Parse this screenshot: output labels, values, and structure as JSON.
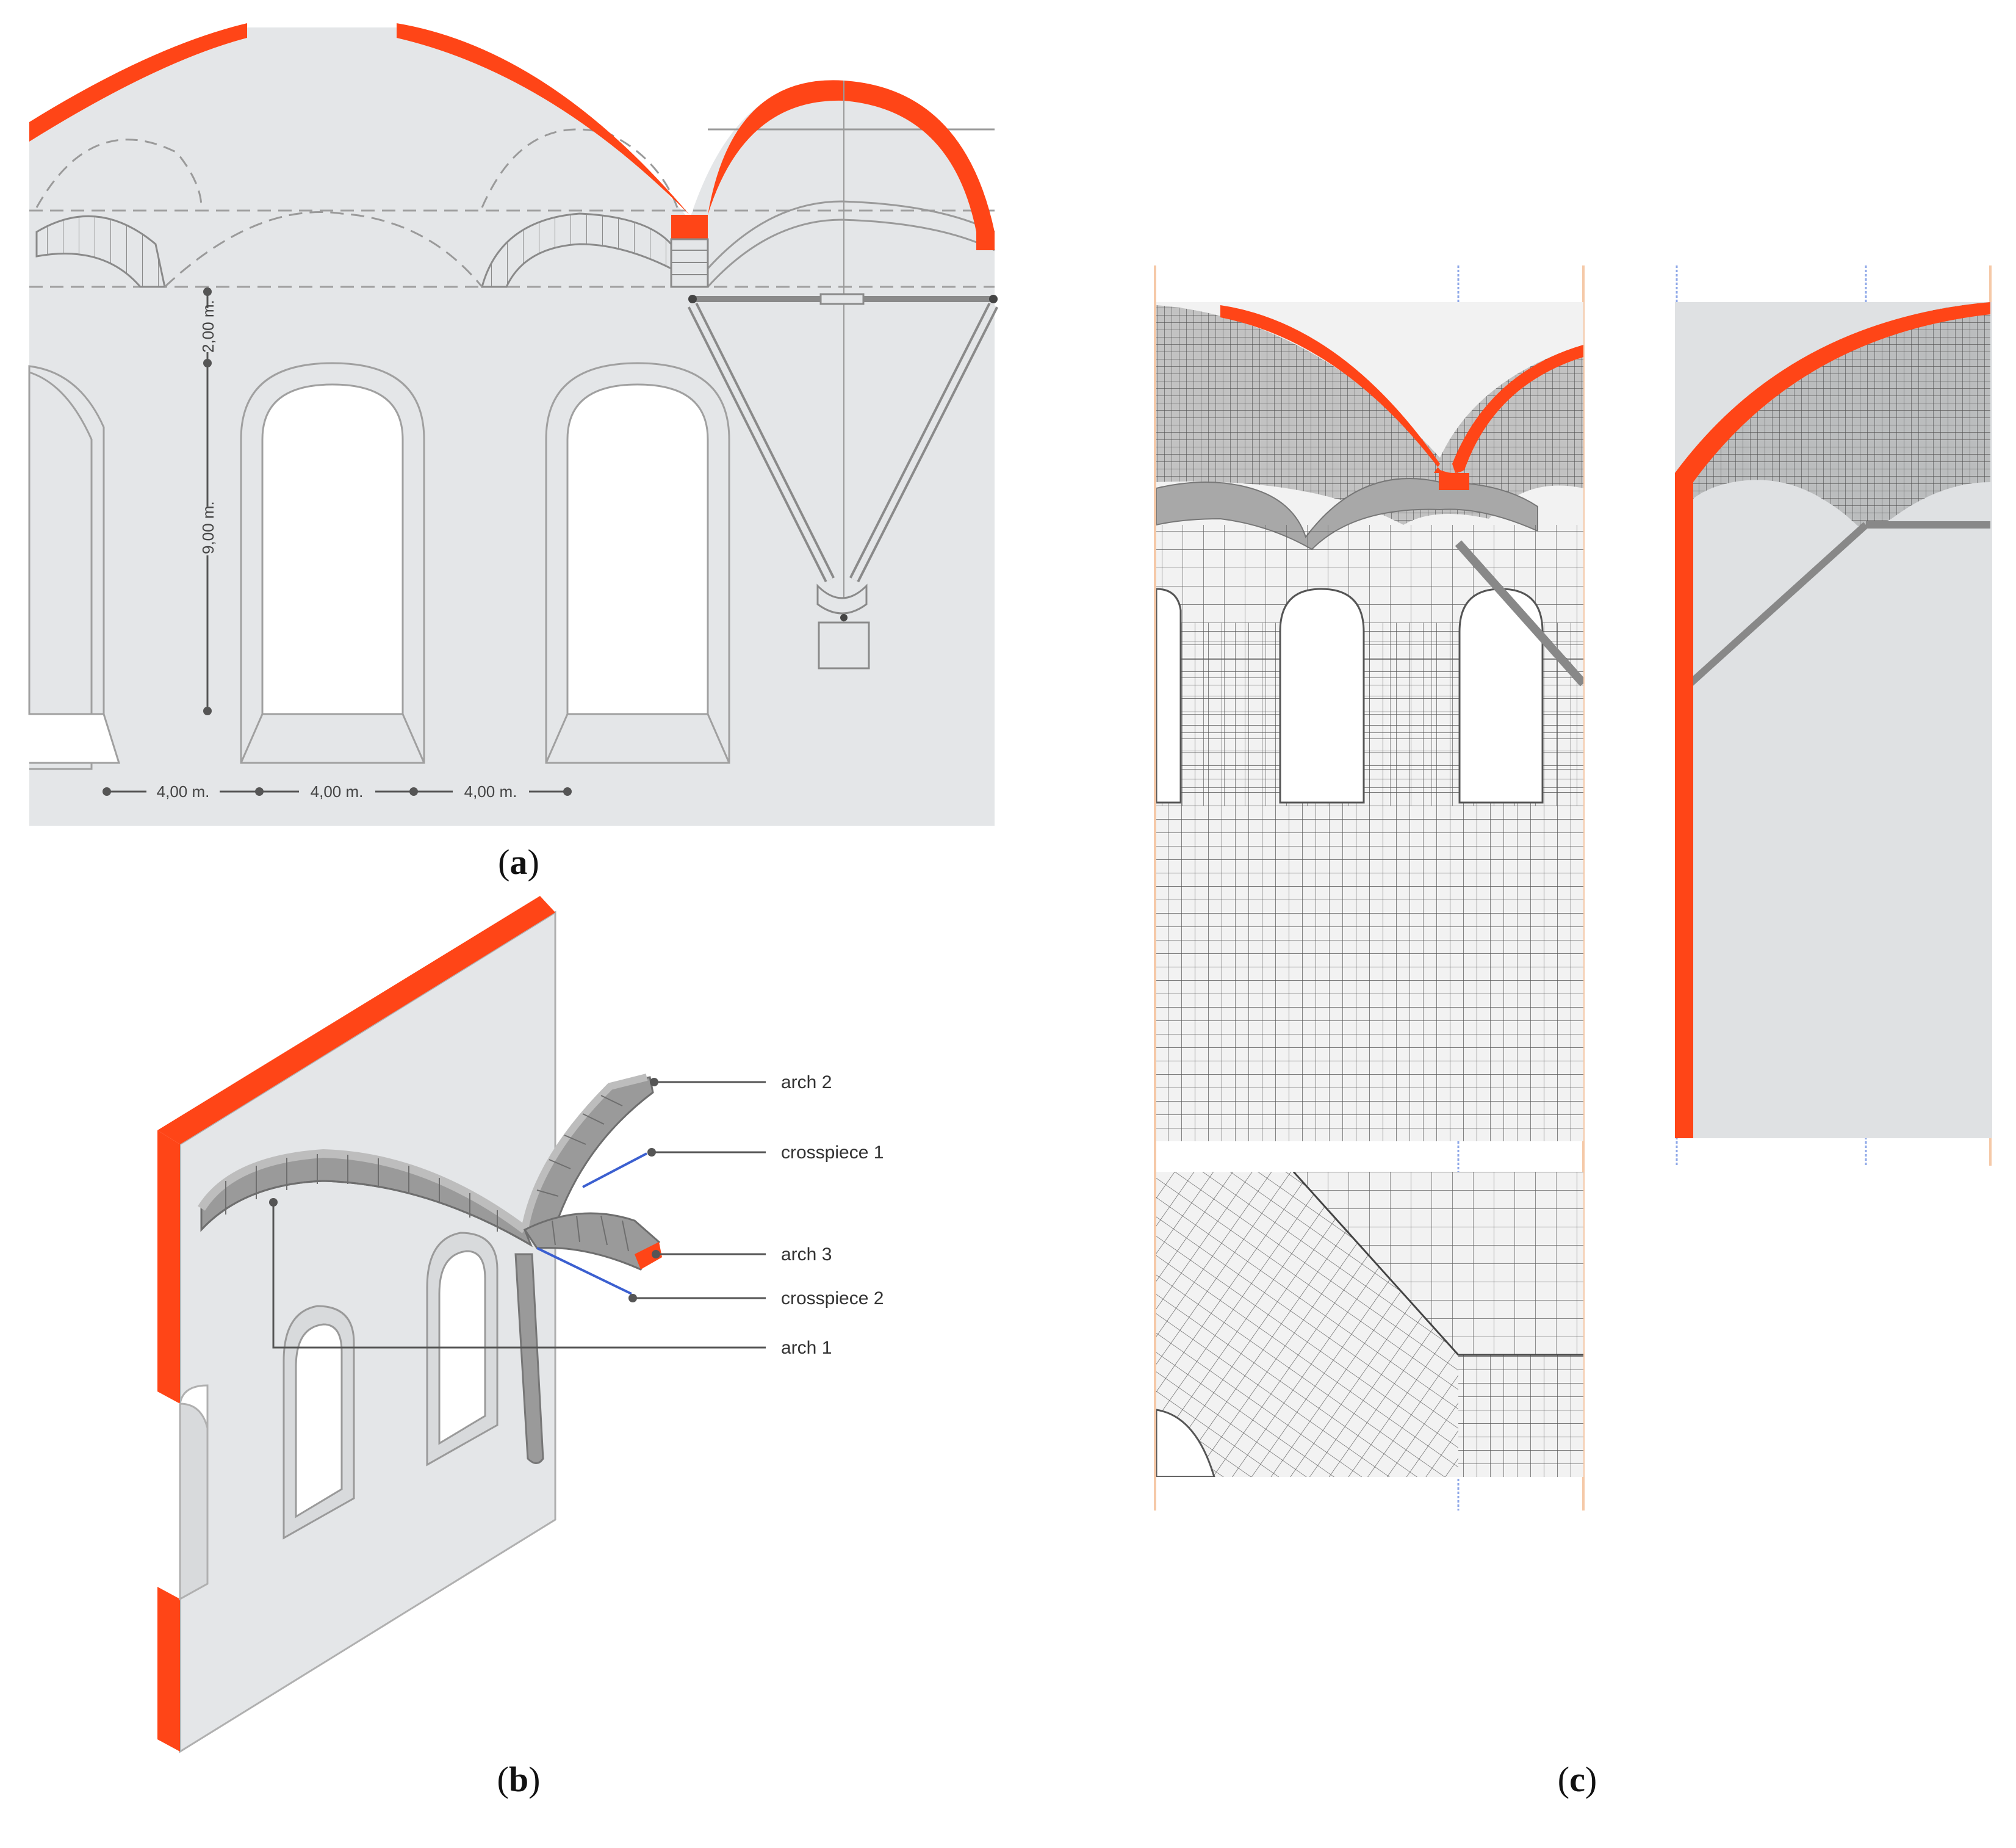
{
  "panels": {
    "a": {
      "label_open": "(",
      "label_letter": "a",
      "label_close": ")"
    },
    "b": {
      "label_open": "(",
      "label_letter": "b",
      "label_close": ")"
    },
    "c": {
      "label_open": "(",
      "label_letter": "c",
      "label_close": ")"
    }
  },
  "dimensions": {
    "vertical_upper": "2,00 m.",
    "vertical_lower": "9,00 m.",
    "horizontal": [
      "4,00 m.",
      "4,00 m.",
      "4,00 m."
    ]
  },
  "callouts": {
    "arch2": "arch 2",
    "crosspiece1": "crosspiece 1",
    "arch3": "arch 3",
    "crosspiece2": "crosspiece 2",
    "arch1": "arch 1"
  },
  "colors": {
    "section_cut": "#ff4517",
    "wall_fill": "#e4e6e8",
    "mesh_line": "#555555",
    "axis_blue": "#8fa8e8",
    "axis_orange": "#f5c9a8"
  }
}
